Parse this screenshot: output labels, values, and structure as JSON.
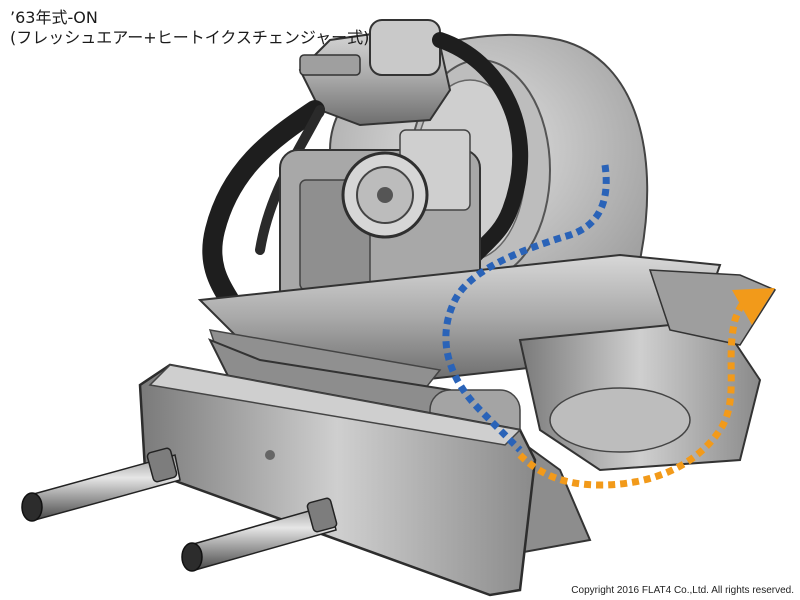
{
  "caption": {
    "line1": "’63年式-ON",
    "line2": "(フレッシュエアー+ヒートイクスチェンジャー式)"
  },
  "copyright": "Copyright 2016 FLAT4 Co.,Ltd. All rights reserved.",
  "photo": {
    "subject": "air-cooled-flat-four-engine-with-heat-exchanger-and-muffler",
    "style": "grayscale"
  },
  "flow_arrows": {
    "fresh_air_color": "#2a63b8",
    "heated_air_color": "#f29a1a"
  }
}
